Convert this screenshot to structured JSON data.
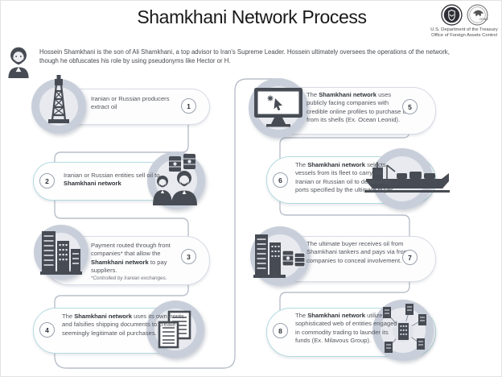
{
  "header": {
    "title": "Shamkhani Network Process",
    "seals": {
      "treasury_caption_line1": "U.S. Department of the Treasury",
      "treasury_caption_line2": "Office of Foreign Assets Control",
      "ofac_label": "OFAC"
    }
  },
  "intro": {
    "line1": "Hossein Shamkhani is the son of Ali Shamkhani, a top advisor to Iran's Supreme Leader. Hossein ultimately oversees the operations of the network,",
    "line2": "though he obfuscates his role by using pseudonyms like Hector or H."
  },
  "steps": [
    {
      "num": "1",
      "icon": "oil-derrick",
      "parts": [
        {
          "t": "Iranian or Russian producers extract oil",
          "b": false
        }
      ]
    },
    {
      "num": "2",
      "icon": "oil-traders",
      "parts": [
        {
          "t": "Iranian or Russian entities sell oil to ",
          "b": false
        },
        {
          "t": "Shamkhani network",
          "b": true
        }
      ]
    },
    {
      "num": "3",
      "icon": "front-companies",
      "parts": [
        {
          "t": "Payment routed through front companies* that allow the ",
          "b": false
        },
        {
          "t": "Shamkhani network",
          "b": true
        },
        {
          "t": " to pay suppliers.",
          "b": false
        }
      ],
      "footnote": "*Controlled by Iranian exchanges."
    },
    {
      "num": "4",
      "icon": "shipping-documents",
      "parts": [
        {
          "t": "The ",
          "b": false
        },
        {
          "t": "Shamkhani network",
          "b": true
        },
        {
          "t": " uses its own fronts and falsifies shipping documents to create seemingly legitimate oil purchases.",
          "b": false
        }
      ]
    },
    {
      "num": "5",
      "icon": "computer-monitor",
      "parts": [
        {
          "t": "The ",
          "b": false
        },
        {
          "t": "Shamkhani network",
          "b": true
        },
        {
          "t": " uses publicly facing companies with credible online profiles to purchase oil from its shells (Ex. Ocean Leonid).",
          "b": false
        }
      ]
    },
    {
      "num": "6",
      "icon": "tanker-ship",
      "parts": [
        {
          "t": "The ",
          "b": false
        },
        {
          "t": "Shamkhani network",
          "b": true
        },
        {
          "t": " selects vessels from its fleet to carry the Iranian or Russian oil to destination ports specified by the ultimate buyer.",
          "b": false
        }
      ]
    },
    {
      "num": "7",
      "icon": "buyer-buildings",
      "parts": [
        {
          "t": "The ultimate buyer receives oil from Shamkhani tankers and pays via front companies to conceal involvement.",
          "b": false
        }
      ]
    },
    {
      "num": "8",
      "icon": "entity-network",
      "parts": [
        {
          "t": "The ",
          "b": false
        },
        {
          "t": "Shamkhani network",
          "b": true
        },
        {
          "t": " utilizes a sophisticated web of entities engaged in commodity trading to launder its funds (Ex. Milavous Group).",
          "b": false
        }
      ]
    }
  ],
  "colors": {
    "accent_teal_border": "#b4dbe0",
    "gray_pill_border": "#d7dbe4",
    "connector_line": "#b9bfca",
    "icon_dark": "#474c54",
    "ring_outer": "#c9cfda",
    "ring_inner": "#e8eaef"
  }
}
